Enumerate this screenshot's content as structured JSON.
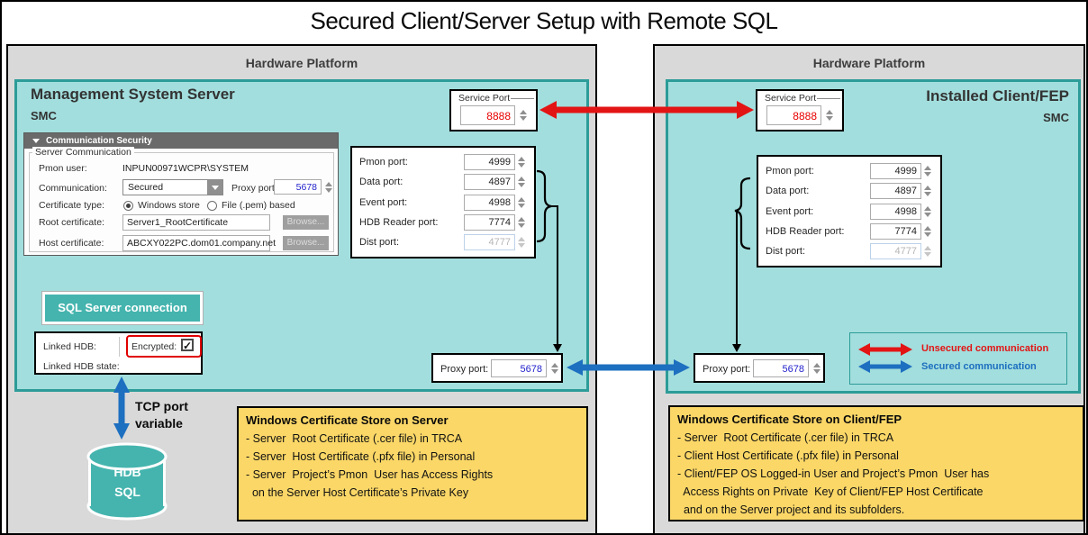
{
  "title": "Secured Client/Server Setup with Remote SQL",
  "glyphs": {
    "brace_right": "}",
    "brace_left": "{",
    "checkmark": "✓"
  },
  "colors": {
    "teal_fill": "#a2dedd",
    "teal_border": "#2d9c98",
    "teal_accent": "#45b4ae",
    "gray_panel": "#d9d9d9",
    "yellow_note": "#fbd767",
    "unsecured_red": "#e31414",
    "secured_blue": "#1d6fc0",
    "port_value_blue": "#2222cc",
    "port_value_red": "#e80000"
  },
  "left": {
    "platform_label": "Hardware Platform",
    "server_title": "Management System Server",
    "server_subtitle": "SMC",
    "comm_panel": {
      "header": "Communication Security",
      "group": "Server Communication",
      "pmon_user_label": "Pmon user:",
      "pmon_user_value": "INPUN00971WCPR\\SYSTEM",
      "communication_label": "Communication:",
      "communication_value": "Secured",
      "proxy_port_label": "Proxy port:",
      "proxy_port_value": "5678",
      "certificate_type_label": "Certificate type:",
      "radio_windows_store": "Windows store",
      "radio_file_pem": "File (.pem) based",
      "root_certificate_label": "Root certificate:",
      "root_certificate_value": "Server1_RootCertificate",
      "host_certificate_label": "Host certificate:",
      "host_certificate_value": "ABCXY022PC.dom01.company.net",
      "browse_label": "Browse..."
    },
    "service_port": {
      "label": "Service Port",
      "value": "8888"
    },
    "ports": [
      {
        "label": "Pmon port:",
        "value": "4999"
      },
      {
        "label": "Data port:",
        "value": "4897"
      },
      {
        "label": "Event port:",
        "value": "4998"
      },
      {
        "label": "HDB Reader port:",
        "value": "7774"
      },
      {
        "label": "Dist port:",
        "value": "4777"
      }
    ],
    "proxy_port": {
      "label": "Proxy port:",
      "value": "5678"
    },
    "sql_button_label": "SQL Server connection",
    "linked_hdb_label": "Linked HDB:",
    "encrypted_label": "Encrypted:",
    "linked_hdb_state_label": "Linked HDB state:",
    "tcp_note_line1": "TCP port",
    "tcp_note_line2": "variable",
    "cylinder_line1": "HDB",
    "cylinder_line2": "SQL",
    "cert_store": {
      "title": "Windows Certificate Store on Server",
      "lines": [
        "- Server  Root Certificate (.cer file) in TRCA",
        "- Server  Host Certificate (.pfx file) in Personal",
        "- Server  Project’s Pmon  User has Access Rights",
        "  on the Server Host Certificate’s Private Key"
      ]
    }
  },
  "right": {
    "platform_label": "Hardware Platform",
    "client_title": "Installed Client/FEP",
    "client_subtitle": "SMC",
    "service_port": {
      "label": "Service Port",
      "value": "8888"
    },
    "ports": [
      {
        "label": "Pmon port:",
        "value": "4999"
      },
      {
        "label": "Data port:",
        "value": "4897"
      },
      {
        "label": "Event port:",
        "value": "4998"
      },
      {
        "label": "HDB Reader port:",
        "value": "7774"
      },
      {
        "label": "Dist port:",
        "value": "4777"
      }
    ],
    "proxy_port": {
      "label": "Proxy port:",
      "value": "5678"
    },
    "legend": {
      "unsecured": "Unsecured communication",
      "secured": "Secured communication"
    },
    "cert_store": {
      "title": "Windows Certificate Store on Client/FEP",
      "lines": [
        "- Server  Root Certificate (.cer file) in TRCA",
        "- Client Host Certificate (.pfx file) in Personal",
        "- Client/FEP OS Logged-in User and Project’s Pmon  User has",
        "  Access Rights on Private  Key of Client/FEP Host Certificate",
        "  and on the Server project and its subfolders."
      ]
    }
  }
}
